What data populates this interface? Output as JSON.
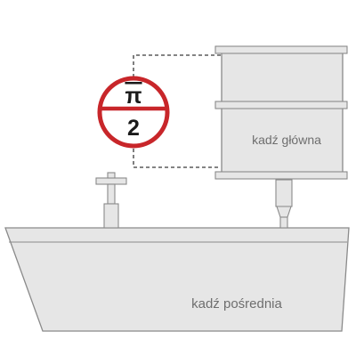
{
  "diagram": {
    "main_tank_label": "kadź główna",
    "intermediate_tank_label": "kadź pośrednia",
    "badge": {
      "symbol": "π",
      "number": "2"
    }
  },
  "colors": {
    "fill": "#e6e6e6",
    "stroke": "#8a8a8a",
    "dashed": "#3a3a3a",
    "badge_ring": "#c8262a",
    "badge_text": "#1a1a1a",
    "label_text": "#6e6e6e"
  }
}
